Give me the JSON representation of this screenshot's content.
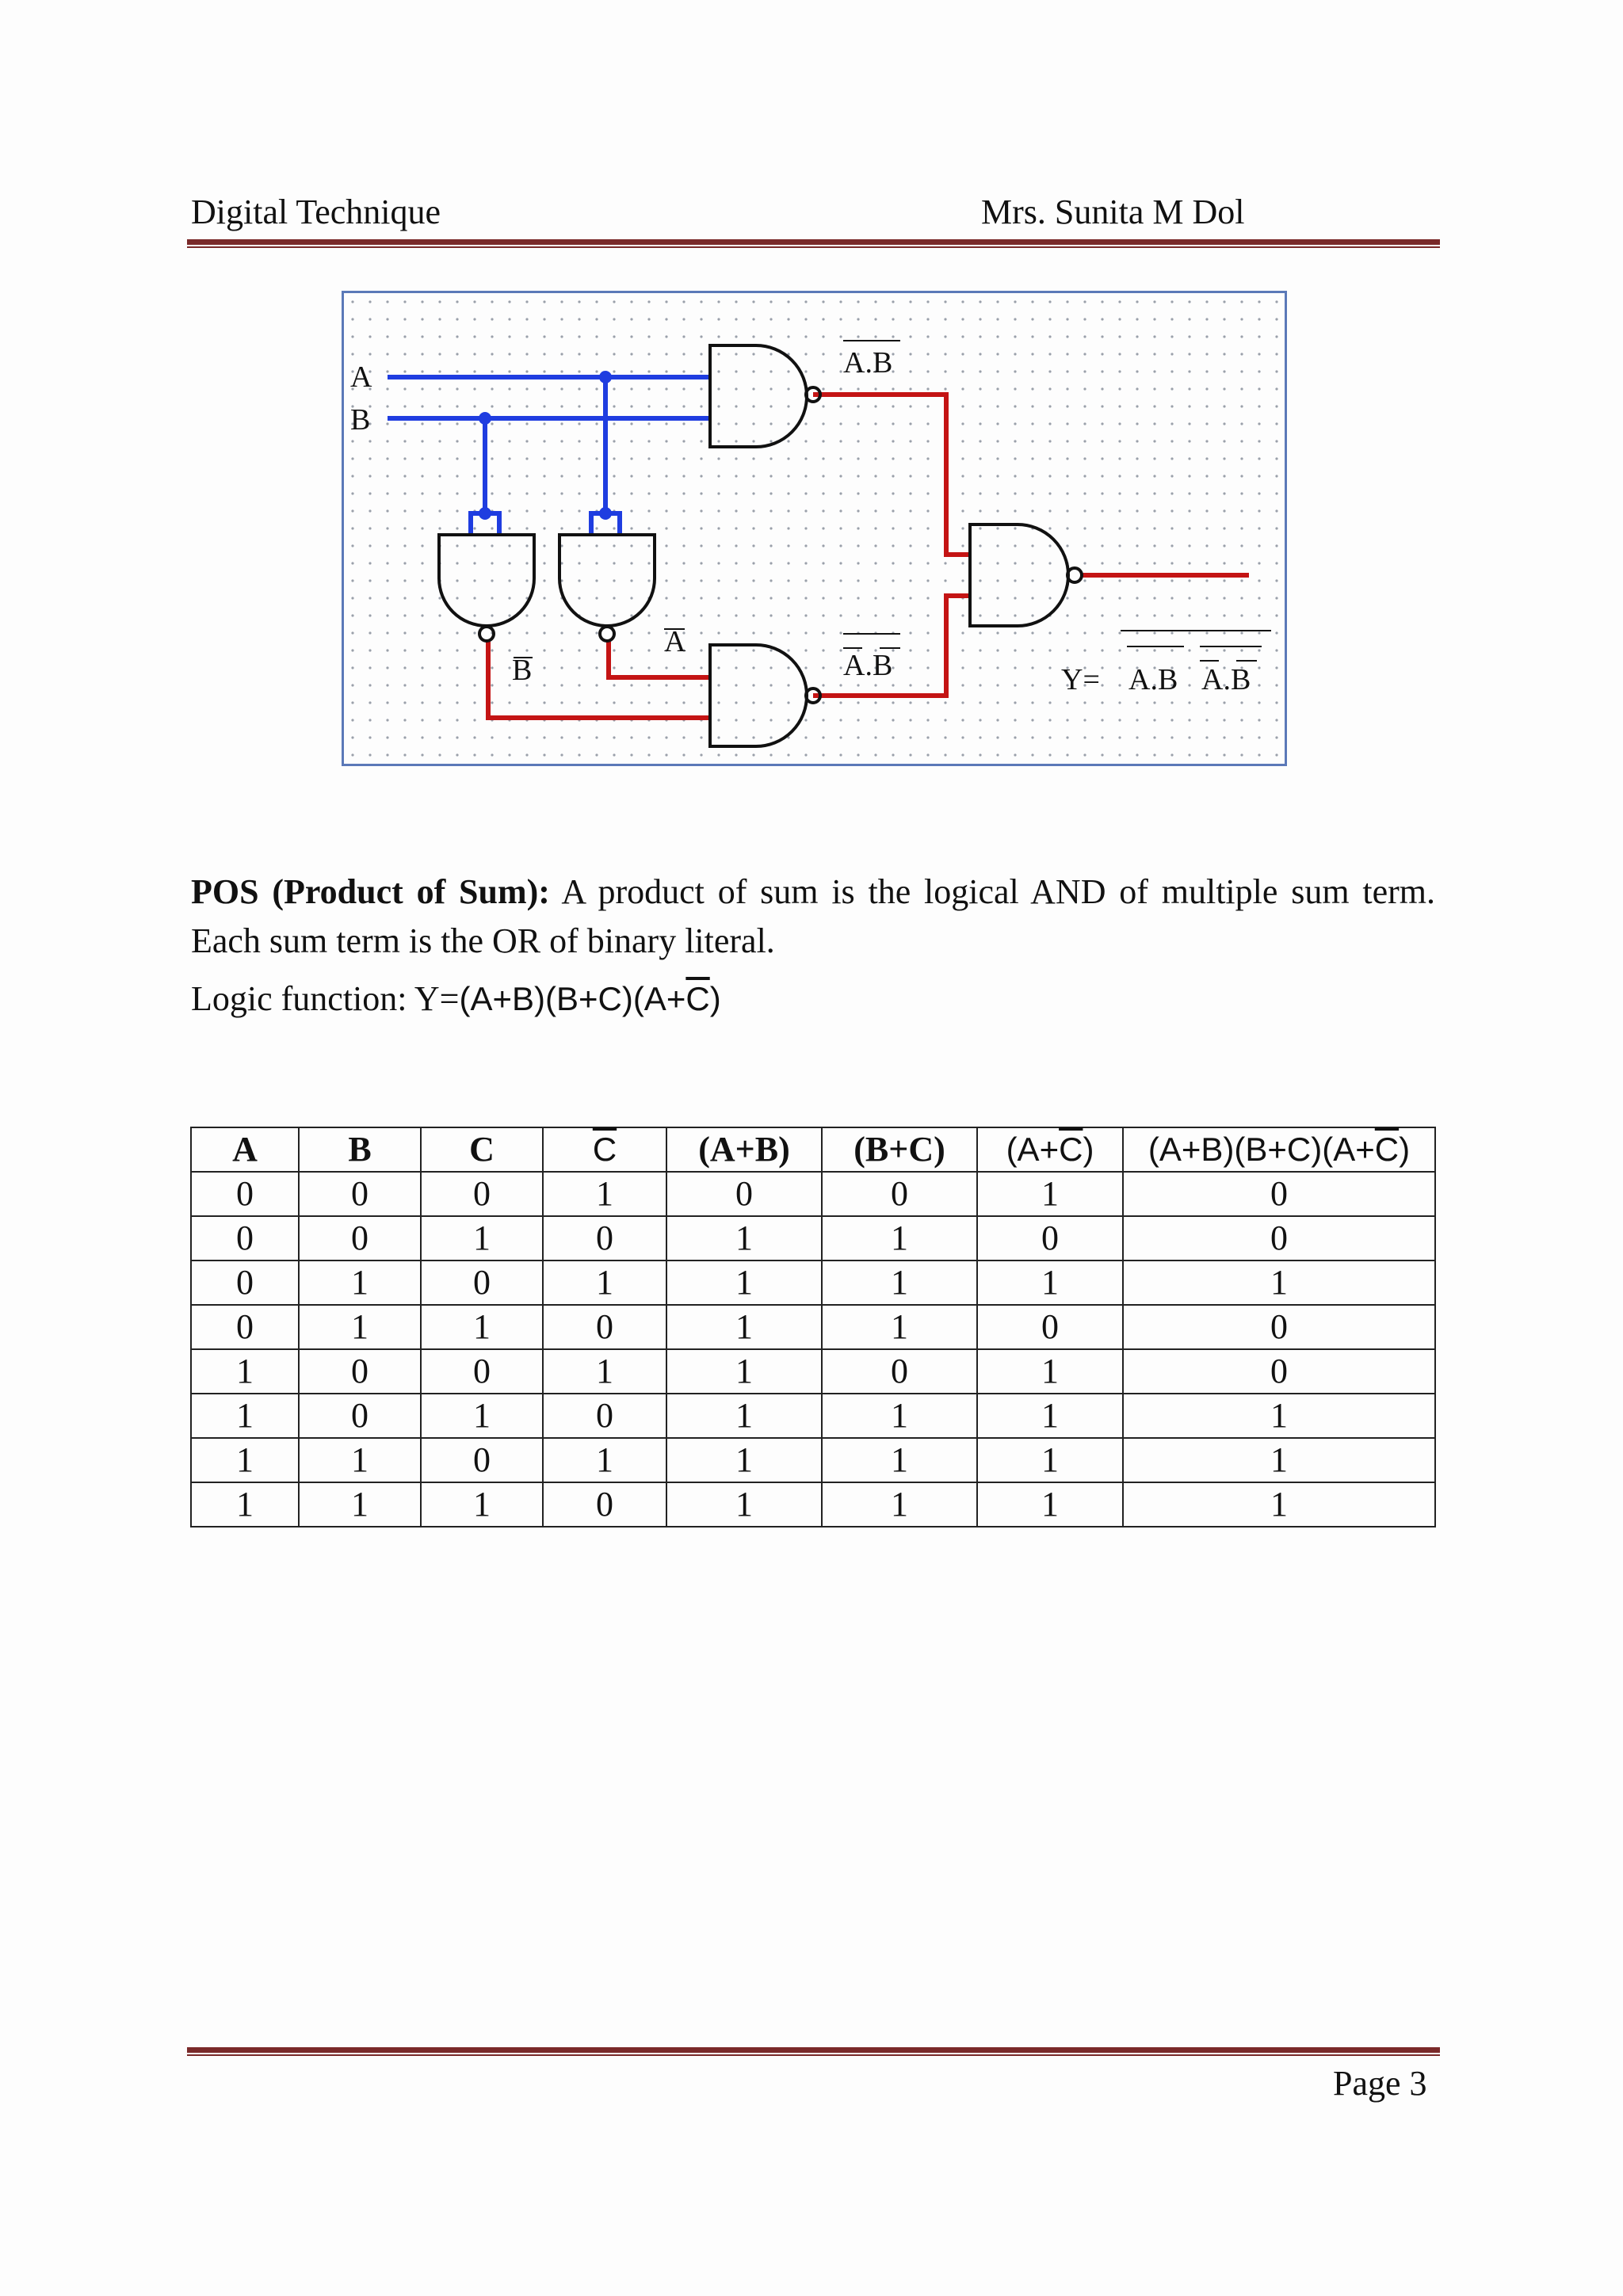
{
  "header": {
    "left": "Digital Technique",
    "right": "Mrs. Sunita M Dol"
  },
  "diagram": {
    "inputs": [
      "A",
      "B"
    ],
    "labels": {
      "not_b": "B",
      "not_a": "A",
      "top_gate": "A.B",
      "bottom_gate": "A.B",
      "output_prefix": "Y=",
      "output_term1": "A.B",
      "output_term2": "A.B"
    },
    "colors": {
      "input_wire": "#1f3de0",
      "output_wire": "#c41414",
      "gate": "#111111",
      "grid": "#9aa0aa"
    }
  },
  "pos": {
    "heading": "POS (Product of Sum):",
    "text": " A product of sum is the logical AND of multiple sum term. Each sum term is the OR of binary literal.",
    "logic_label": "Logic function: Y=",
    "logic_expr_1": "(A+B)(B+C)(A+",
    "logic_expr_c": "C",
    "logic_expr_2": ")"
  },
  "table": {
    "headers": [
      "A",
      "B",
      "C",
      "C",
      "(A+B)",
      "(B+C)",
      "(A+C)",
      "(A+B)(B+C)(A+C)"
    ],
    "rows": [
      [
        "0",
        "0",
        "0",
        "1",
        "0",
        "0",
        "1",
        "0"
      ],
      [
        "0",
        "0",
        "1",
        "0",
        "1",
        "1",
        "0",
        "0"
      ],
      [
        "0",
        "1",
        "0",
        "1",
        "1",
        "1",
        "1",
        "1"
      ],
      [
        "0",
        "1",
        "1",
        "0",
        "1",
        "1",
        "0",
        "0"
      ],
      [
        "1",
        "0",
        "0",
        "1",
        "1",
        "0",
        "1",
        "0"
      ],
      [
        "1",
        "0",
        "1",
        "0",
        "1",
        "1",
        "1",
        "1"
      ],
      [
        "1",
        "1",
        "0",
        "1",
        "1",
        "1",
        "1",
        "1"
      ],
      [
        "1",
        "1",
        "1",
        "0",
        "1",
        "1",
        "1",
        "1"
      ]
    ]
  },
  "footer": {
    "page": "Page 3"
  }
}
